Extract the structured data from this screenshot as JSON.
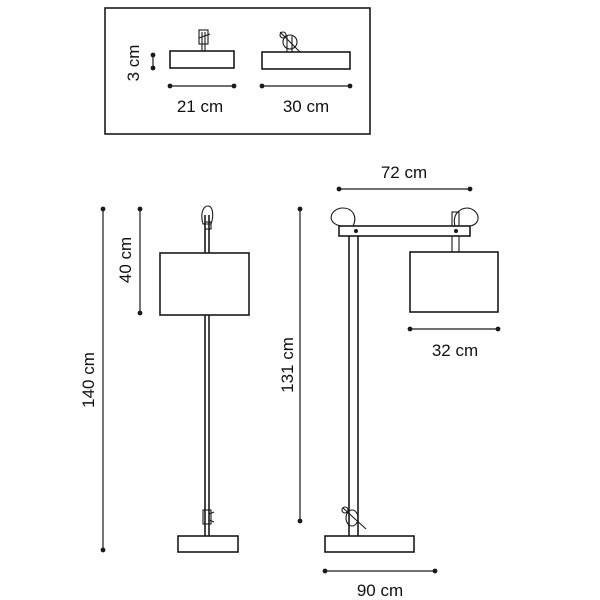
{
  "colors": {
    "line": "#1a1a1a",
    "background": "#ffffff"
  },
  "inset": {
    "height_label": "3 cm",
    "width_small_label": "21 cm",
    "width_large_label": "30 cm"
  },
  "front_view": {
    "total_height_label": "140 cm",
    "shade_height_label": "40 cm"
  },
  "side_view": {
    "arm_width_label": "72 cm",
    "height_label": "131 cm",
    "shade_width_label": "32 cm",
    "base_width_label": "90 cm"
  }
}
